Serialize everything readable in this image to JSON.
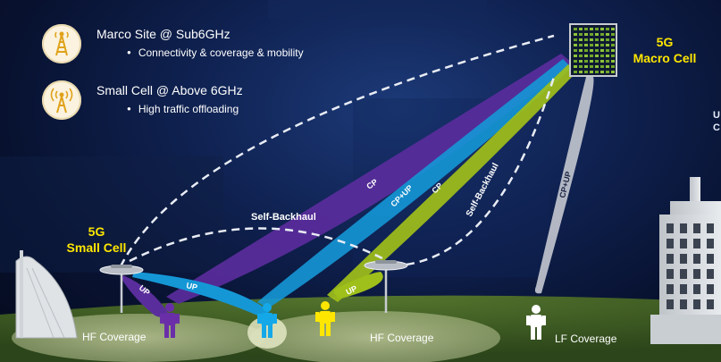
{
  "legend": {
    "macro": {
      "title": "Marco Site @ Sub6GHz",
      "bullet": "Connectivity & coverage & mobility",
      "icon": "cell-tower-icon"
    },
    "small": {
      "title": "Small Cell @ Above 6GHz",
      "bullet": "High traffic offloading",
      "icon": "wireless-tower-icon"
    }
  },
  "macro_cell": {
    "line1": "5G",
    "line2": "Macro Cell"
  },
  "small_cell": {
    "line1": "5G",
    "line2": "Small Cell"
  },
  "beams": {
    "cp_purple": "CP",
    "cp_up_blue": "CP+UP",
    "cp_green": "CP",
    "cp_up_gray": "CP+UP",
    "up_purple": "UP",
    "up_blue": "UP",
    "up_green": "UP"
  },
  "links": {
    "self_backhaul_left": "Self-Backhaul",
    "self_backhaul_right": "Self-Backhaul"
  },
  "coverage": {
    "hf_left": "HF Coverage",
    "hf_right": "HF Coverage",
    "lf": "LF Coverage"
  },
  "edge_text": {
    "line1": "U",
    "line2": "C"
  },
  "colors": {
    "accent_yellow": "#ffe600",
    "purple": "#5a2d9c",
    "blue": "#1597d6",
    "green": "#9fbf1a",
    "gray": "#c4c8d0"
  }
}
